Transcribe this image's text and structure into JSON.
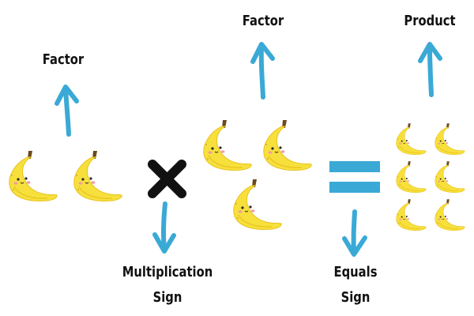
{
  "labels": {
    "factor_left": "Factor",
    "factor_right": "Factor",
    "product": "Product",
    "multiplication_line1": "Multiplication",
    "multiplication_line2": "Sign",
    "equals_line1": "Equals",
    "equals_line2": "Sign"
  },
  "counts": {
    "first_factor_bananas": 2,
    "second_factor_bananas": 3,
    "product_bananas": 6
  },
  "colors": {
    "arrow": "#3aa9d6",
    "operator": "#111111",
    "equals_sign": "#3aa9d6",
    "banana_fill": "#f7e03c",
    "banana_shade": "#e8c21d",
    "banana_stem": "#6b4a1e",
    "cheek": "#f29aa6"
  },
  "icons": {
    "multiplication": "multiplication-sign-icon",
    "equals": "equals-sign-icon",
    "fruit": "banana-icon",
    "arrow": "arrow-icon"
  }
}
